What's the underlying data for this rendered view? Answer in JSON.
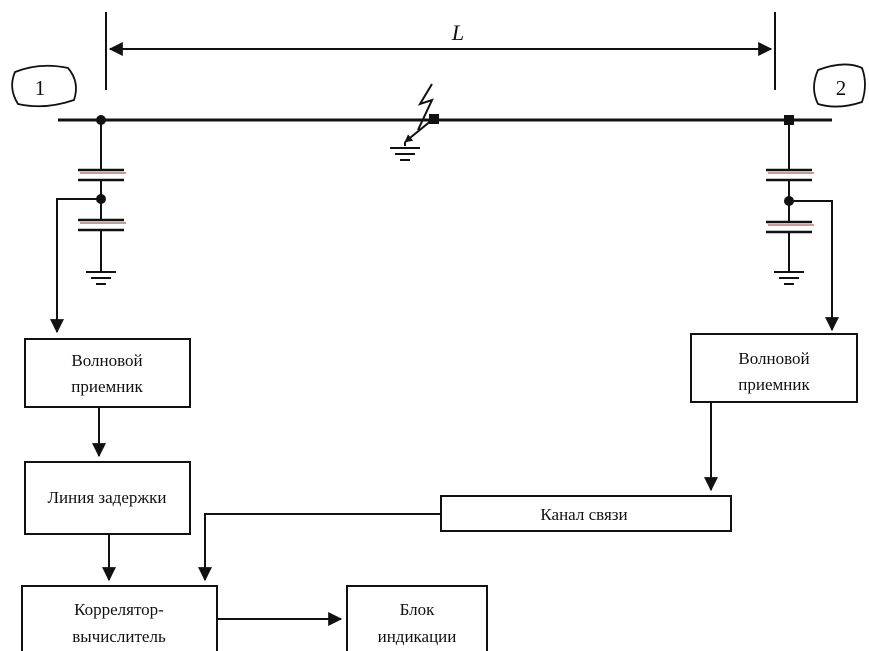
{
  "line": {
    "length_label": "L"
  },
  "terminals": {
    "left": "1",
    "right": "2"
  },
  "blocks": {
    "receiver_left": [
      "Волновой",
      "приемник"
    ],
    "receiver_right": [
      "Волновой",
      "приемник"
    ],
    "delay_line": [
      "Линия задержки"
    ],
    "comm_channel": [
      "Канал связи"
    ],
    "correlator": [
      "Коррелятор-",
      "вычислитель"
    ],
    "indicator": [
      "Блок",
      "индикации"
    ]
  }
}
